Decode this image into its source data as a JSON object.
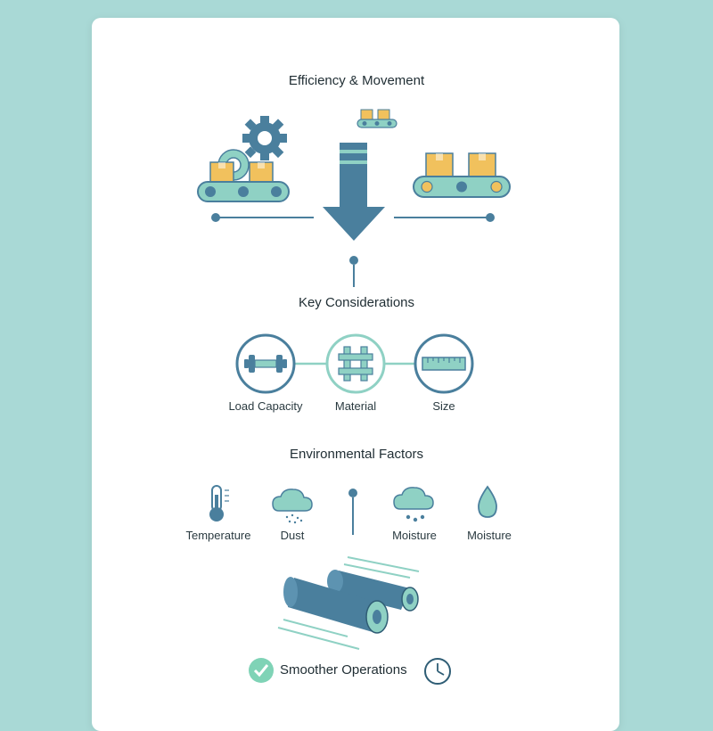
{
  "sections": {
    "efficiency_title": "Efficiency & Movement",
    "considerations_title": "Key Considerations",
    "environment_title": "Environmental Factors"
  },
  "considerations": [
    {
      "label": "Load Capacity",
      "icon": "dumbbell-icon"
    },
    {
      "label": "Material",
      "icon": "material-grid-icon"
    },
    {
      "label": "Size",
      "icon": "ruler-icon"
    }
  ],
  "environment": [
    {
      "label": "Temperature",
      "icon": "thermometer-icon"
    },
    {
      "label": "Dust",
      "icon": "dust-cloud-icon"
    },
    {
      "label": "Moisture",
      "icon": "rain-cloud-icon"
    },
    {
      "label": "Moisture",
      "icon": "water-drop-icon"
    }
  ],
  "footer": {
    "label": "Smoother Operations"
  },
  "colors": {
    "background": "#a9d9d6",
    "primary_blue": "#4a7f9d",
    "teal": "#8fd1c4",
    "box_yellow": "#f1c15d",
    "check_green": "#7fd3b6"
  }
}
